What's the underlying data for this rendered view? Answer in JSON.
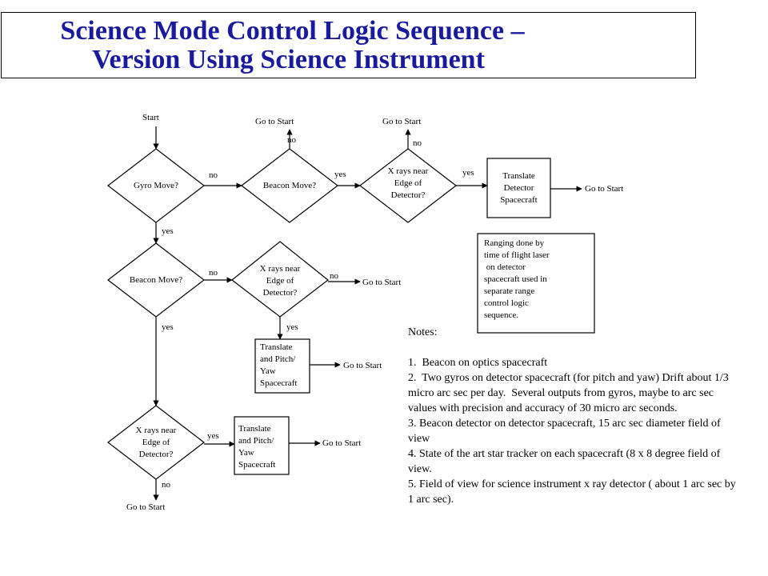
{
  "title": {
    "line1": "Science Mode Control Logic Sequence –",
    "line2": "Version Using Science Instrument"
  },
  "diagram": {
    "start": "Start",
    "gyro_move": "Gyro Move?",
    "beacon_move_top": "Beacon Move?",
    "xray_top": "X rays near\nEdge of\nDetector?",
    "translate_detector": "Translate\nDetector\nSpacecraft",
    "beacon_move_mid": "Beacon Move?",
    "xray_mid": "X rays near\nEdge of\nDetector?",
    "translate_pitch_mid": "Translate\nand Pitch/\nYaw\nSpacecraft",
    "xray_bottom": "X rays near\nEdge of\nDetector?",
    "translate_pitch_bottom": "Translate\nand Pitch/\nYaw\nSpacecraft",
    "go_to_start": "Go to Start",
    "yes": "yes",
    "no": "no",
    "ranging_note": "Ranging done by\ntime of flight laser\n on detector\nspacecraft used in\nseparate range\ncontrol logic\nsequence."
  },
  "notes": {
    "heading": "Notes:",
    "items": [
      "1.  Beacon on optics spacecraft",
      "2.  Two gyros on detector spacecraft (for pitch and yaw) Drift about 1/3 micro arc sec per day.  Several outputs from gyros, maybe to arc sec values with precision and accuracy of 30 micro arc seconds.",
      "3. Beacon detector on detector spacecraft, 15 arc sec diameter field of view",
      "4. State of the art star tracker on each spacecraft (8 x 8 degree field of view.",
      "5. Field of view for science instrument x ray detector ( about 1 arc sec by 1 arc sec)."
    ]
  }
}
